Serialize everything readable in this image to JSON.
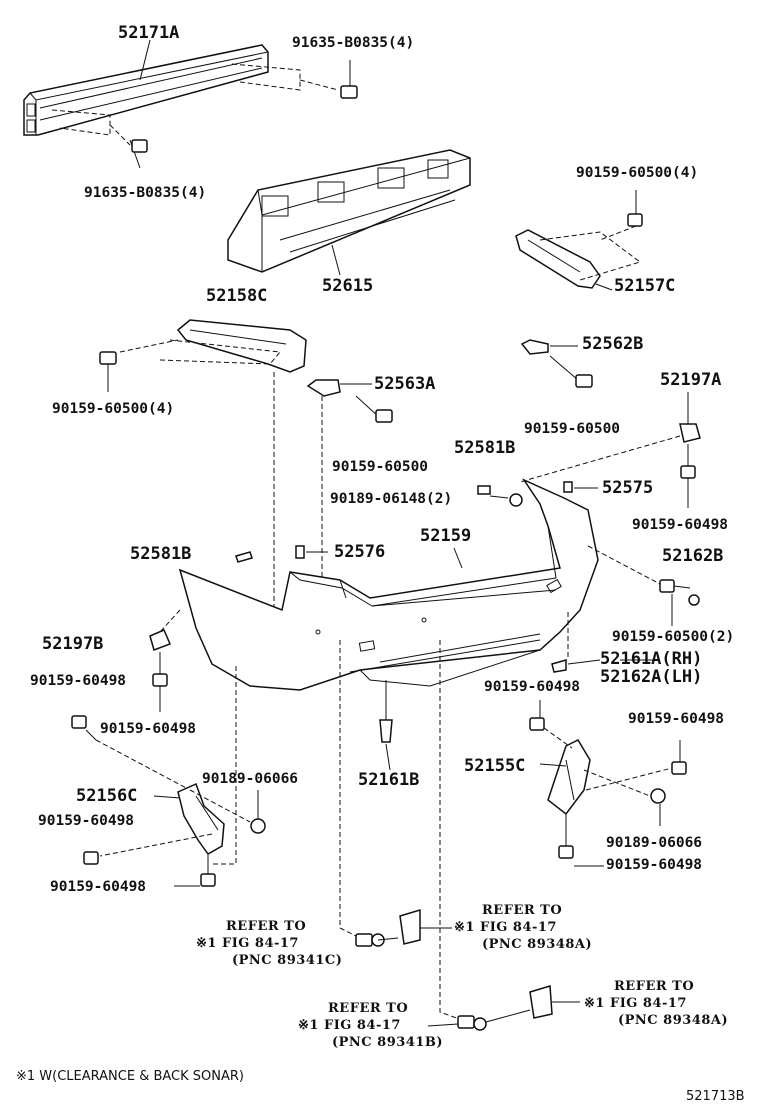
{
  "labels": {
    "p52171A": "52171A",
    "p91635_top": "91635-B0835(4)",
    "p91635_bot": "91635-B0835(4)",
    "p52615": "52615",
    "p90159_top_r": "90159-60500(4)",
    "p52157C": "52157C",
    "p52158C": "52158C",
    "p52562B": "52562B",
    "p90159_l": "90159-60500(4)",
    "p52563A": "52563A",
    "p90159_mid_r": "90159-60500",
    "p52197A": "52197A",
    "p90159_mid": "90159-60500",
    "p52581B_r": "52581B",
    "p90189_06148": "90189-06148(2)",
    "p52575": "52575",
    "p90159_60498_r": "90159-60498",
    "p52159": "52159",
    "p52581B_l": "52581B",
    "p52576": "52576",
    "p52162B": "52162B",
    "p52197B": "52197B",
    "p90159_60500_2": "90159-60500(2)",
    "p52161A": "52161A(RH)",
    "p52162A": "52162A(LH)",
    "p90159_60498_l1": "90159-60498",
    "p90159_60498_m": "90159-60498",
    "p90159_60498_l2": "90159-60498",
    "p90159_60498_rr": "90159-60498",
    "p52155C": "52155C",
    "p52161B": "52161B",
    "p90189_06066_l": "90189-06066",
    "p52156C": "52156C",
    "p90159_60498_l3": "90159-60498",
    "p90189_06066_r": "90189-06066",
    "p90159_60498_l4": "90159-60498",
    "p90159_60498_rb": "90159-60498"
  },
  "refs": {
    "ref1": {
      "line1": "REFER TO",
      "line2": "※1 FIG 84-17",
      "line3": "(PNC 89341C)"
    },
    "ref2": {
      "line1": "REFER TO",
      "line2": "※1 FIG 84-17",
      "line3": "(PNC 89348A)"
    },
    "ref3": {
      "line1": "REFER TO",
      "line2": "※1 FIG 84-17",
      "line3": "(PNC 89341B)"
    },
    "ref4": {
      "line1": "REFER TO",
      "line2": "※1 FIG 84-17",
      "line3": "(PNC 89348A)"
    }
  },
  "footnote": "※1 W(CLEARANCE & BACK SONAR)",
  "diagram_id": "521713B"
}
